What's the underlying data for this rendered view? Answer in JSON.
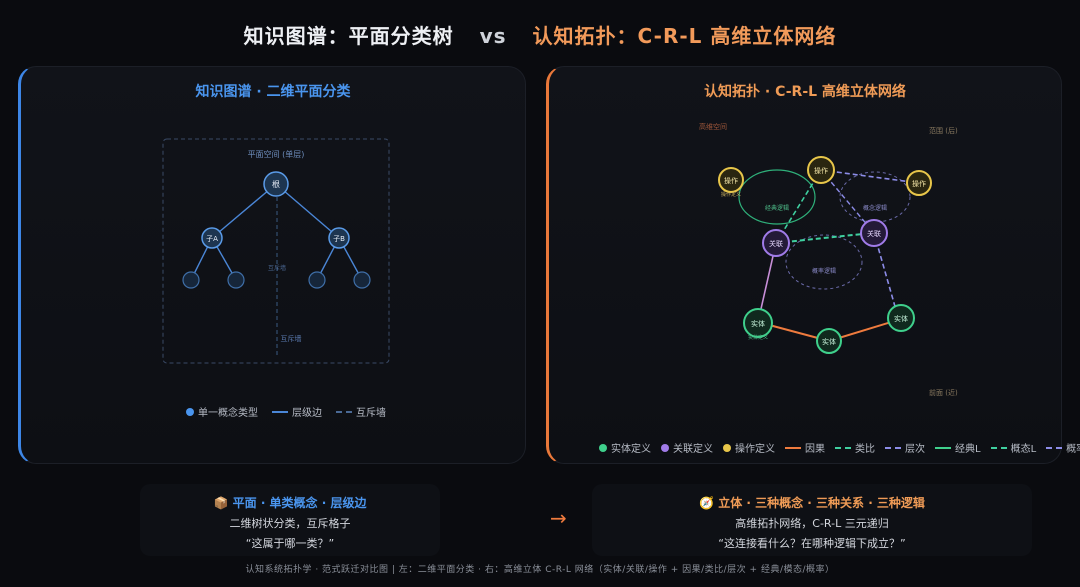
{
  "header": {
    "left": "知识图谱：平面分类树",
    "vs": "vs",
    "right": "认知拓扑：C-R-L 高维立体网络"
  },
  "left_panel": {
    "title": "知识图谱 · 二维平面分类",
    "frame_label": "平面空间 (单层)",
    "root": "根",
    "child_a": "子A",
    "child_b": "子B",
    "mid_label": "互斥墙",
    "wall_label": "互斥墙",
    "legend": [
      "单一概念类型",
      "层级边",
      "互斥墙"
    ],
    "colors": {
      "accent": "#3d86e6",
      "node_fill": "#1d3550",
      "node_stroke": "#5a9be8"
    }
  },
  "right_panel": {
    "title": "认知拓扑 · C-R-L 高维立体网络",
    "corner_tl": "高维空间",
    "corner_tr": "范围 (后)",
    "corner_br": "前面 (近)",
    "ops": [
      "操作",
      "操作",
      "操作"
    ],
    "op_sub": "操作定义",
    "rels": [
      "关联",
      "关联"
    ],
    "ents": [
      "实体",
      "实体",
      "实体"
    ],
    "ent_sub": "实体定义",
    "logic_labels": [
      "经典逻辑",
      "概念逻辑",
      "概率逻辑"
    ],
    "legend": [
      "实体定义",
      "关联定义",
      "操作定义",
      "因果",
      "类比",
      "层次",
      "经典L",
      "概态L",
      "概率L"
    ],
    "colors": {
      "entity": "#3fd08c",
      "relation": "#a07be8",
      "operation": "#e8c64a",
      "causal": "#ef7b3e",
      "analogy": "#3fd0a0",
      "hierarchy": "#8c8ce8"
    }
  },
  "cards": {
    "left": {
      "icon": "📦",
      "head": "平面 · 单类概念 · 层级边",
      "line1": "二维树状分类，互斥格子",
      "line2": "“这属于哪一类？”"
    },
    "right": {
      "icon": "🧭",
      "head": "立体 · 三种概念 · 三种关系 · 三种逻辑",
      "line1": "高维拓扑网络，C-R-L 三元递归",
      "line2": "“这连接看什么？在哪种逻辑下成立？”"
    },
    "arrow": "→"
  },
  "footer": "认知系统拓扑学 · 范式跃迁对比图 | 左：二维平面分类 · 右：高维立体 C-R-L 网络（实体/关联/操作 + 因果/类比/层次 + 经典/模态/概率）"
}
